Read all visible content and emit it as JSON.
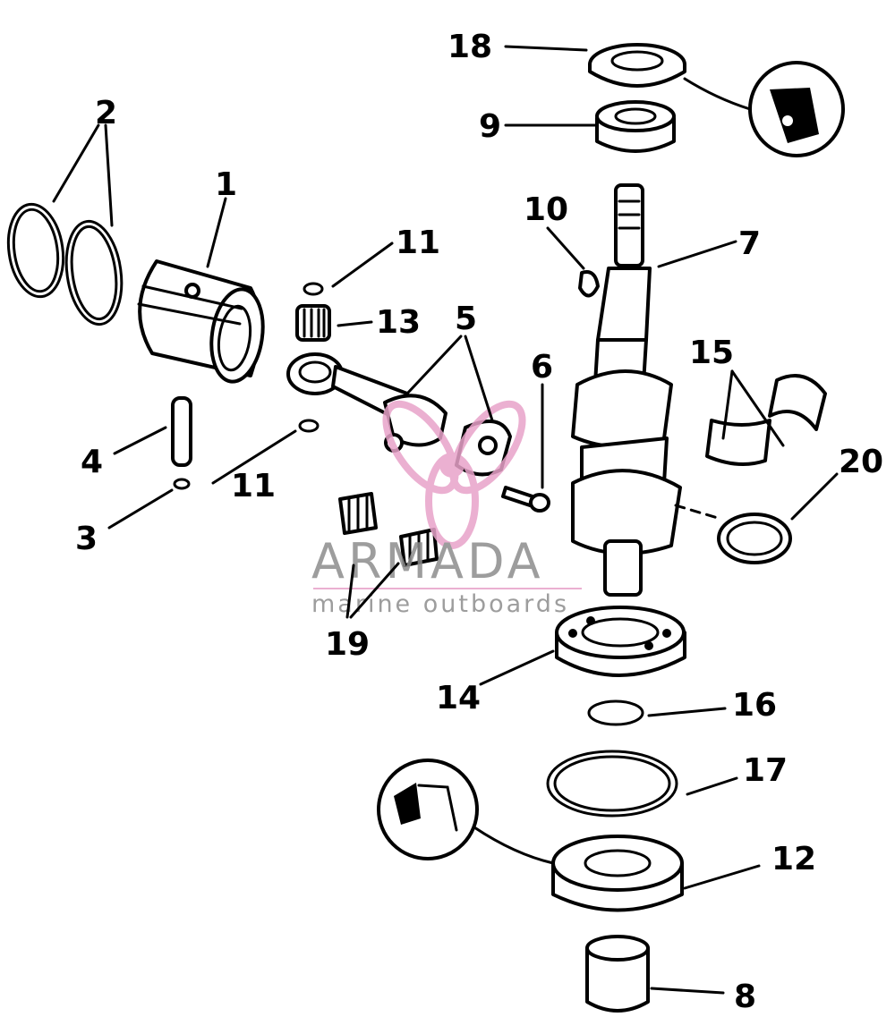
{
  "callouts": {
    "c1": "1",
    "c2": "2",
    "c3": "3",
    "c4": "4",
    "c5": "5",
    "c6": "6",
    "c7": "7",
    "c8": "8",
    "c9": "9",
    "c10": "10",
    "c11a": "11",
    "c11b": "11",
    "c12": "12",
    "c13": "13",
    "c14": "14",
    "c15": "15",
    "c16": "16",
    "c17": "17",
    "c18": "18",
    "c19": "19",
    "c20": "20"
  },
  "watermark": {
    "title": "ARMADA",
    "subtitle": "marine outboards",
    "color": "#e8a3c9"
  },
  "icons": [
    "sealant-tube-icon",
    "sealant-tube-icon"
  ]
}
